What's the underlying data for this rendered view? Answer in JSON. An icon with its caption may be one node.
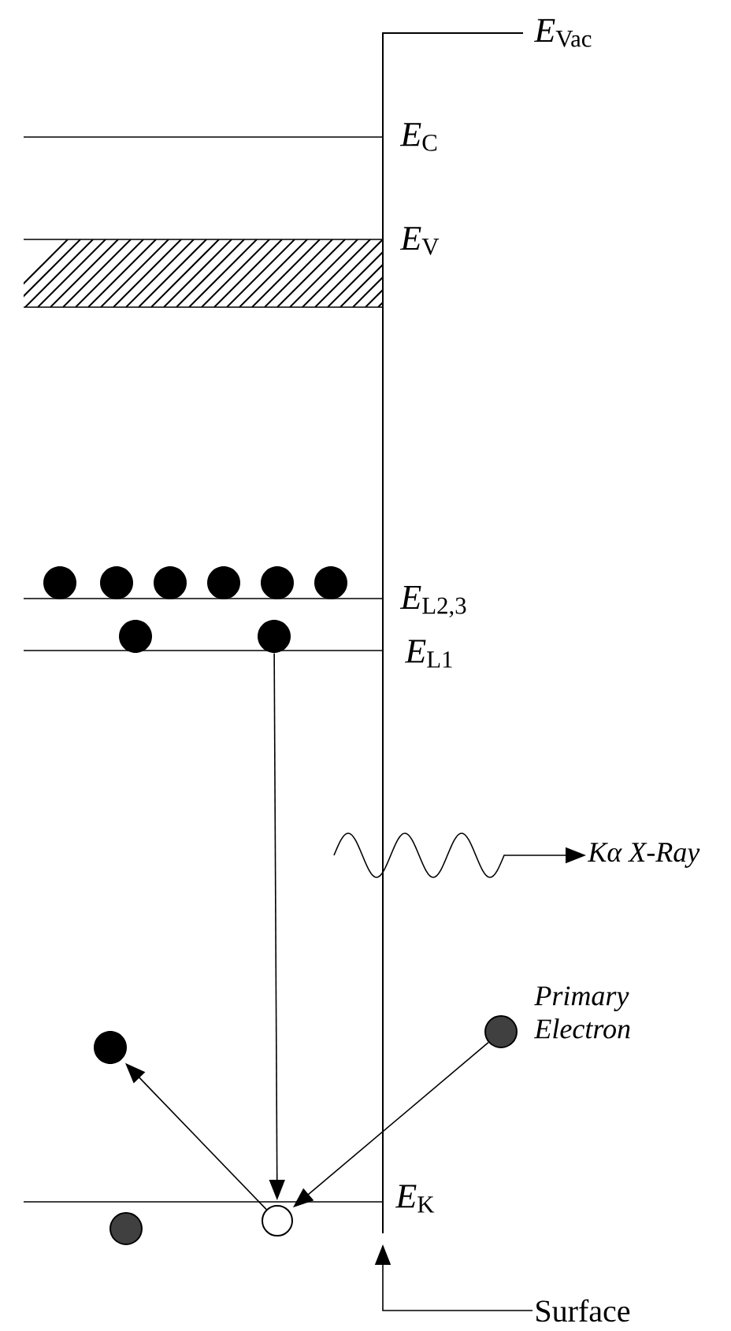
{
  "diagram": {
    "nodes": [
      {
        "text": [],
        "shape": "circle"
      },
      {
        "text": [],
        "shape": "circle"
      },
      {
        "text": [],
        "shape": "circle"
      },
      {
        "text": [],
        "shape": "circle"
      },
      {
        "text": [],
        "shape": "circle"
      },
      {
        "text": [],
        "shape": "circle"
      },
      {
        "text": [],
        "shape": "circle"
      },
      {
        "text": [],
        "shape": "circle"
      },
      {
        "text": [
          "Kα X-Ray"
        ]
      },
      {
        "text": [],
        "shape": "circle",
        "beside": [
          "Primary Electron"
        ]
      },
      {
        "text": [],
        "shape": "circle"
      },
      {
        "text": [],
        "shape": "circle"
      },
      {
        "text": [],
        "shape": "circle"
      },
      {
        "text": [
          "Surface"
        ]
      }
    ],
    "edges": [
      {
        "from": 7,
        "to": 12,
        "arrow": "to"
      },
      {
        "from": 9,
        "to": 12,
        "arrow": "to"
      },
      {
        "from": 12,
        "to": 10,
        "arrow": "to"
      },
      {
        "from": null,
        "to": 8,
        "arrow": "to"
      },
      {
        "from": 13,
        "to": null,
        "arrow": "to"
      }
    ],
    "labels": [
      "*E*$_{Vac}$",
      "*E*$_{C}$",
      "*E*$_{V}$",
      "*E*$_{L2,3}$",
      "*E*$_{L1}$",
      "*E*$_{K}$"
    ]
  }
}
